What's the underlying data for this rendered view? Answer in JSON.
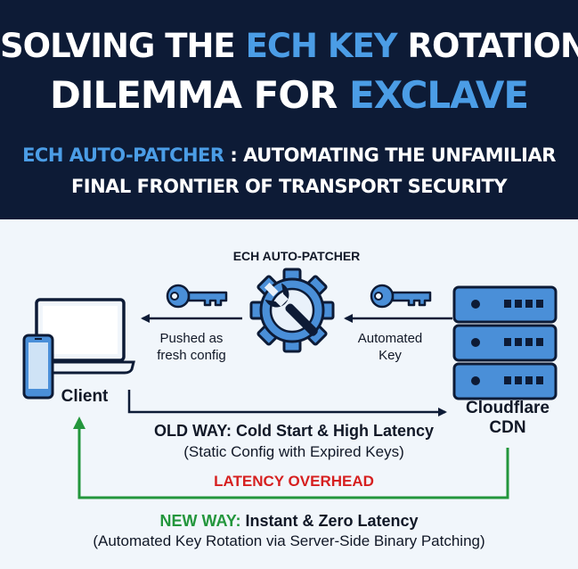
{
  "header": {
    "title_line1_a": "SOLVING THE ",
    "title_line1_b": "ECH KEY",
    "title_line1_c": " ROTATION",
    "title_line2_a": "DILEMMA FOR ",
    "title_line2_b": "EXCLAVE",
    "subtitle_a": "ECH AUTO-PATCHER",
    "subtitle_b": " : AUTOMATING THE UNFAMILIAR",
    "subtitle_line2": "FINAL FRONTIER OF TRANSPORT SECURITY"
  },
  "diagram": {
    "patcher_label": "ECH AUTO-PATCHER",
    "pushed_label": [
      "Pushed as",
      "fresh config"
    ],
    "automated_label": [
      "Automated",
      "Key"
    ],
    "client_label": "Client",
    "cdn_label": [
      "Cloudflare",
      "CDN"
    ],
    "old_way_title": "OLD WAY: Cold Start & High Latency",
    "old_way_detail": "(Static Config with Expired Keys)",
    "latency_overhead": "LATENCY OVERHEAD",
    "new_way_prefix": "NEW WAY:",
    "new_way_title": " Instant & Zero Latency",
    "new_way_detail": "(Automated Key Rotation via Server-Side Binary Patching)"
  },
  "colors": {
    "header_bg": "#0d1b36",
    "highlight_blue": "#4b9de6",
    "icon_blue": "#4a8fd8",
    "red": "#d62020",
    "green": "#23963c",
    "background": "#f1f6fb"
  },
  "icons": [
    "key-icon",
    "gear-wrench-icon",
    "laptop-icon",
    "phone-icon",
    "server-icon"
  ]
}
